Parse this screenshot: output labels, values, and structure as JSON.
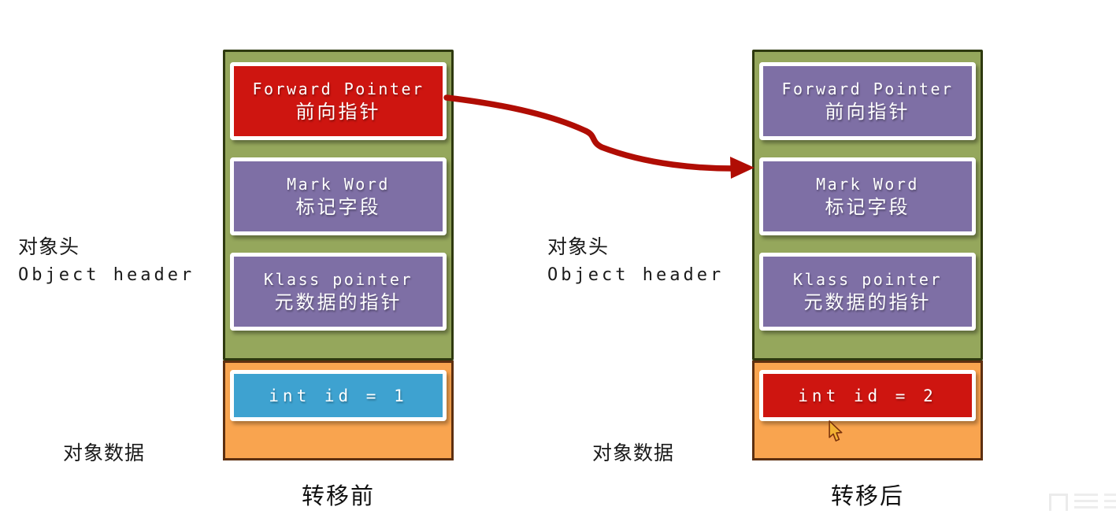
{
  "panels": {
    "before": {
      "caption": "转移前",
      "side_label_zh": "对象头",
      "side_label_en": "Object header",
      "data_label": "对象数据",
      "header_cells": [
        {
          "line1": "Forward Pointer",
          "line2": "前向指针",
          "color_variant": "red"
        },
        {
          "line1": "Mark Word",
          "line2": "标记字段",
          "color_variant": "purple"
        },
        {
          "line1": "Klass pointer",
          "line2": "元数据的指针",
          "color_variant": "purple"
        }
      ],
      "data_cell": {
        "text": "int id = 1",
        "color_variant": "blue"
      }
    },
    "after": {
      "caption": "转移后",
      "side_label_zh": "对象头",
      "side_label_en": "Object header",
      "data_label": "对象数据",
      "header_cells": [
        {
          "line1": "Forward Pointer",
          "line2": "前向指针",
          "color_variant": "purple"
        },
        {
          "line1": "Mark Word",
          "line2": "标记字段",
          "color_variant": "purple"
        },
        {
          "line1": "Klass pointer",
          "line2": "元数据的指针",
          "color_variant": "purple"
        }
      ],
      "data_cell": {
        "text": "int id = 2",
        "color_variant": "red"
      }
    }
  },
  "arrow": {
    "from": "before.forward-pointer-cell",
    "to": "after.object-header",
    "color": "#b00d04"
  },
  "icons": {
    "mouse_cursor": "arrow-pointer"
  },
  "colors": {
    "header_section_fill": "#95a75c",
    "header_section_border": "#2e390f",
    "data_section_fill": "#f9a44f",
    "data_section_border": "#5d2f10",
    "cell_red": "#ce1510",
    "cell_purple": "#7e6fa5",
    "cell_blue": "#3ea2d0",
    "cell_frame": "#ffffff",
    "arrow_red": "#b00d04",
    "cursor_yellow": "#f2b233",
    "label_text": "#1a1a1a"
  }
}
